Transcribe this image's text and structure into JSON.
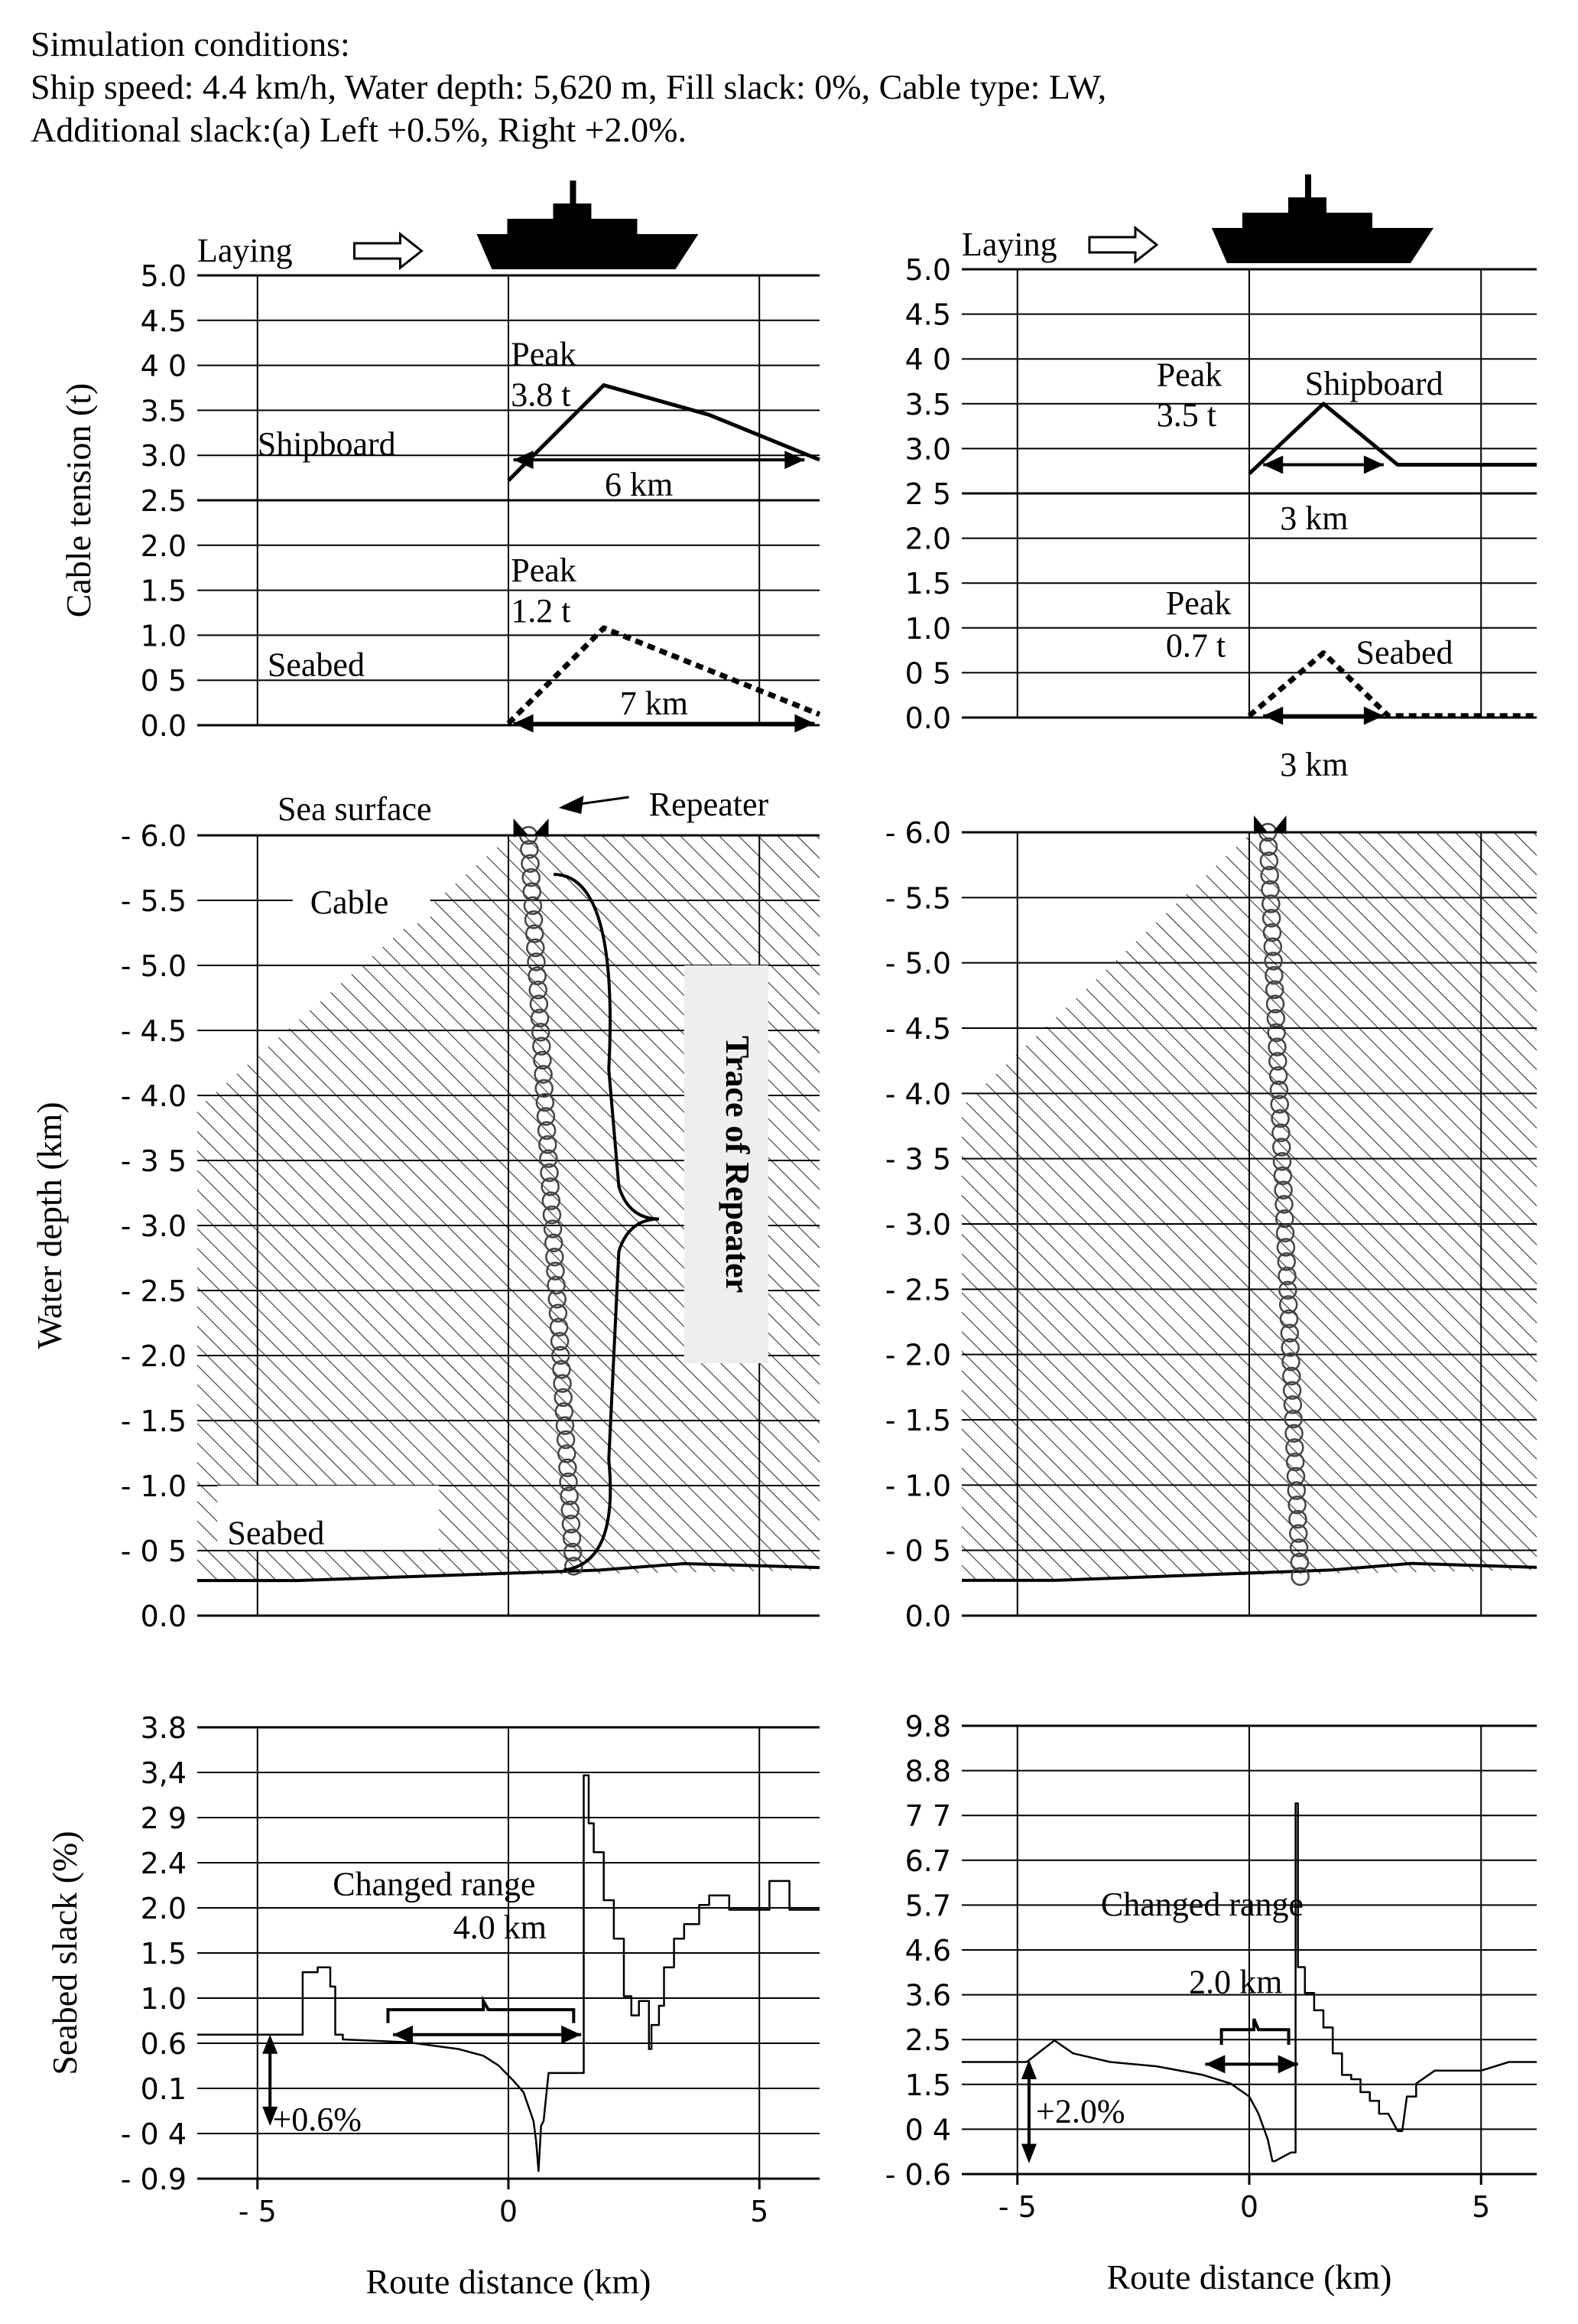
{
  "header": {
    "line1": "Simulation conditions:",
    "line2": "Ship speed: 4.4 km/h, Water depth: 5,620 m, Fill slack: 0%, Cable type: LW,",
    "line3": "Additional slack:(a) Left +0.5%, Right +2.0%."
  },
  "chart_data": [
    {
      "id": "tension-left",
      "type": "line",
      "ylabel": "Cable tension (t)",
      "x_range": [
        -6.2,
        6.2
      ],
      "y_range": [
        0,
        5
      ],
      "yticks": [
        "0.0",
        "0 5",
        "1.0",
        "1.5",
        "2.0",
        "2.5",
        "3.0",
        "3.5",
        "4 0",
        "4.5",
        "5.0"
      ],
      "series": [
        {
          "name": "Shipboard",
          "x": [
            0,
            1.9,
            4.0,
            6.2
          ],
          "y": [
            2.72,
            3.78,
            3.45,
            2.95
          ]
        },
        {
          "name": "Seabed",
          "x": [
            0,
            1.9,
            6.2
          ],
          "y": [
            0.02,
            1.08,
            0.12
          ]
        }
      ],
      "annotations": {
        "laying": "Laying",
        "peak_top": "Peak",
        "peak_top_value": "3.8 t",
        "range_top": "6 km",
        "peak_bottom": "Peak",
        "peak_bottom_value": "1.2 t",
        "range_bottom": "7 km"
      }
    },
    {
      "id": "tension-right",
      "type": "line",
      "x_range": [
        -6.2,
        6.2
      ],
      "y_range": [
        0,
        5
      ],
      "yticks": [
        "0.0",
        "0 5",
        "1.0",
        "1.5",
        "2.0",
        "2 5",
        "3.0",
        "3.5",
        "4 0",
        "4.5",
        "5.0"
      ],
      "series": [
        {
          "name": "Shipboard",
          "x": [
            0,
            1.6,
            3.2,
            6.2
          ],
          "y": [
            2.72,
            3.5,
            2.82,
            2.82
          ]
        },
        {
          "name": "Seabed",
          "x": [
            0,
            1.6,
            3.0,
            6.2
          ],
          "y": [
            0.02,
            0.72,
            0.02,
            0.02
          ]
        }
      ],
      "annotations": {
        "laying": "Laying",
        "peak_top": "Peak",
        "peak_top_value": "3.5 t",
        "range_top": "3 km",
        "peak_bottom": "Peak",
        "peak_bottom_value": "0.7 t",
        "range_bottom": "3 km"
      }
    },
    {
      "id": "depth-left",
      "type": "area",
      "ylabel": "Water depth (km)",
      "x_range": [
        -6.2,
        6.2
      ],
      "y_range": [
        -6,
        0
      ],
      "yticks": [
        "0.0",
        "- 0 5",
        "- 1.0",
        "- 1.5",
        "- 2.0",
        "- 2.5",
        "- 3.0",
        "- 3 5",
        "- 4.0",
        "- 4.5",
        "- 5.0",
        "- 5.5",
        "- 6.0"
      ],
      "repeater_trace": {
        "x_start": 0.4,
        "x_end": 1.3,
        "y_start": 0,
        "y_end": -5.62
      },
      "seabed_depth": -5.65,
      "annotations": {
        "sea_surface": "Sea surface",
        "repeater": "Repeater",
        "cable": "Cable",
        "trace": "Trace of Repeater",
        "seabed": "Seabed"
      }
    },
    {
      "id": "depth-right",
      "type": "area",
      "x_range": [
        -6.2,
        6.2
      ],
      "y_range": [
        -6,
        0
      ],
      "yticks": [
        "0.0",
        "- 0 5",
        "- 1.0",
        "- 1.5",
        "- 2.0",
        "- 2.5",
        "- 3.0",
        "- 3 5",
        "- 4.0",
        "- 4.5",
        "- 5.0",
        "- 5.5",
        "- 6.0"
      ],
      "repeater_trace": {
        "x_start": 0.4,
        "x_end": 1.1,
        "y_start": 0,
        "y_end": -5.7
      },
      "seabed_depth": -5.65
    },
    {
      "id": "slack-left",
      "type": "line",
      "ylabel": "Seabed slack (%)",
      "xlabel": "Route distance (km)",
      "x_range": [
        -6.2,
        6.2
      ],
      "y_range": [
        -0.9,
        3.8
      ],
      "yticks": [
        "- 0.9",
        "- 0 4",
        "0.1",
        "0.6",
        "1.0",
        "1.5",
        "2.0",
        "2.4",
        "2 9",
        "3,4",
        "3.8"
      ],
      "xticks": {
        "values": [
          -5,
          0,
          5
        ],
        "labels": [
          "- 5",
          "0",
          "5"
        ]
      },
      "series": [
        {
          "name": "slack",
          "x": [
            -6.2,
            -4.1,
            -4.1,
            -3.8,
            -3.8,
            -3.55,
            -3.55,
            -3.45,
            -3.45,
            -3.3,
            -3.3,
            -2.0,
            -1.0,
            -0.5,
            -0.2,
            0.1,
            0.3,
            0.4,
            0.5,
            0.55,
            0.6,
            0.65,
            0.7,
            0.8,
            1.5,
            1.5,
            1.6,
            1.6,
            1.7,
            1.7,
            1.9,
            1.9,
            2.1,
            2.1,
            2.3,
            2.3,
            2.45,
            2.45,
            2.6,
            2.6,
            2.8,
            2.8,
            2.85,
            2.85,
            3.0,
            3.0,
            3.1,
            3.1,
            3.3,
            3.3,
            3.5,
            3.5,
            3.8,
            3.8,
            4.0,
            4.0,
            4.4,
            4.4,
            5.0,
            5.2,
            5.2,
            5.6,
            5.6,
            6.2
          ],
          "y": [
            0.6,
            0.6,
            1.25,
            1.25,
            1.3,
            1.3,
            1.1,
            1.1,
            0.6,
            0.6,
            0.55,
            0.52,
            0.45,
            0.38,
            0.28,
            0.12,
            0.0,
            -0.15,
            -0.3,
            -0.5,
            -0.82,
            -0.35,
            -0.3,
            0.2,
            0.2,
            3.3,
            3.3,
            2.8,
            2.8,
            2.5,
            2.5,
            2.0,
            2.0,
            1.6,
            1.6,
            1.0,
            1.0,
            0.8,
            0.8,
            0.95,
            0.95,
            0.45,
            0.45,
            0.7,
            0.7,
            0.9,
            0.9,
            1.3,
            1.3,
            1.6,
            1.6,
            1.75,
            1.75,
            1.95,
            1.95,
            2.05,
            2.05,
            1.9,
            1.9,
            1.9,
            2.2,
            2.2,
            1.9,
            1.9
          ]
        }
      ],
      "annotations": {
        "changed_range": "Changed range",
        "range_value": "4.0 km",
        "offset": "+0.6%"
      }
    },
    {
      "id": "slack-right",
      "type": "line",
      "xlabel": "Route distance (km)",
      "x_range": [
        -6.2,
        6.2
      ],
      "y_range": [
        -0.6,
        9.8
      ],
      "yticks": [
        "- 0.6",
        "0 4",
        "1.5",
        "2.5",
        "3.6",
        "4.6",
        "5.7",
        "6.7",
        "7 7",
        "8.8",
        "9.8"
      ],
      "xticks": {
        "values": [
          -5,
          0,
          5
        ],
        "labels": [
          "- 5",
          "0",
          "5"
        ]
      },
      "series": [
        {
          "name": "slack",
          "x": [
            -6.2,
            -4.8,
            -4.2,
            -3.8,
            -3.0,
            -2.0,
            -1.0,
            -0.4,
            0.0,
            0.2,
            0.3,
            0.4,
            0.5,
            0.55,
            0.9,
            1.0,
            1.0,
            1.05,
            1.05,
            1.2,
            1.2,
            1.4,
            1.4,
            1.6,
            1.6,
            1.8,
            1.8,
            2.0,
            2.0,
            2.2,
            2.2,
            2.4,
            2.4,
            2.6,
            2.6,
            2.8,
            2.8,
            3.0,
            3.2,
            3.3,
            3.4,
            3.6,
            3.6,
            4.0,
            5.0,
            5.6,
            6.2
          ],
          "y": [
            2.0,
            2.0,
            2.5,
            2.2,
            2.0,
            1.9,
            1.7,
            1.5,
            1.2,
            0.8,
            0.5,
            0.2,
            -0.3,
            -0.3,
            -0.1,
            -0.1,
            8.0,
            8.0,
            4.2,
            4.2,
            3.6,
            3.6,
            3.2,
            3.2,
            2.8,
            2.8,
            2.2,
            2.2,
            1.7,
            1.7,
            1.6,
            1.6,
            1.3,
            1.3,
            1.1,
            1.1,
            0.8,
            0.8,
            0.4,
            0.4,
            1.2,
            1.2,
            1.5,
            1.8,
            1.8,
            2.0,
            2.0
          ]
        }
      ],
      "annotations": {
        "changed_range": "Changed range",
        "range_value": "2.0 km",
        "offset": "+2.0%"
      }
    }
  ]
}
